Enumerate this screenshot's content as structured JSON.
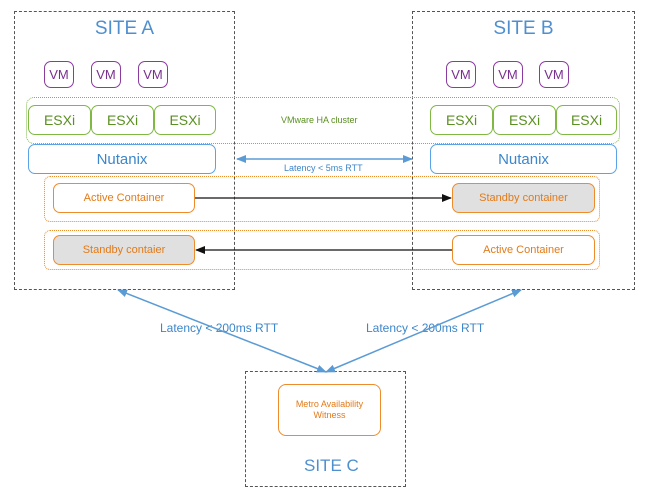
{
  "sites": {
    "a": {
      "title": "SITE A"
    },
    "b": {
      "title": "SITE B"
    },
    "c": {
      "title": "SITE C"
    }
  },
  "vm_label": "VM",
  "esxi_label": "ESXi",
  "ha_cluster_label": "VMware HA cluster",
  "nutanix_label": "Nutanix",
  "latency_sites": "Latency < 5ms RTT",
  "latency_witness_left": "Latency < 200ms RTT",
  "latency_witness_right": "Latency < 200ms RTT",
  "row1": {
    "left": "Active Container",
    "right": "Standby container"
  },
  "row2": {
    "left": "Standby contaier",
    "right": "Active Container"
  },
  "witness": {
    "line1": "Metro Availability",
    "line2": "Witness"
  },
  "colors": {
    "site_title": "#4e8fcf",
    "vm": "#8b3aa0",
    "esxi": "#7fb843",
    "nutanix": "#5aa3e6",
    "container": "#ee8b2b",
    "standby_fill": "#e0e0e0",
    "arrow_blue": "#5b9bd5"
  }
}
